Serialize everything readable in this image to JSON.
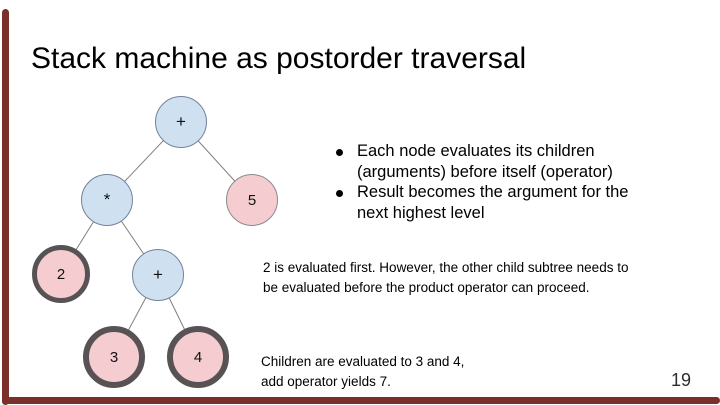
{
  "slide": {
    "title": "Stack machine as postorder traversal",
    "page_number": "19"
  },
  "bullets": {
    "items": [
      "Each node evaluates its children\n(arguments) before itself (operator)",
      "Result becomes the argument for the\nnext highest level"
    ]
  },
  "notes": {
    "subtree_note": "2 is evaluated first. However, the other child subtree needs to\nbe evaluated before the product operator can proceed.",
    "children_note": "Children are evaluated to 3 and 4,\nadd operator yields 7."
  },
  "tree": {
    "nodes": [
      {
        "id": "root-plus",
        "label": "+",
        "kind": "operator"
      },
      {
        "id": "star",
        "label": "*",
        "kind": "operator"
      },
      {
        "id": "five",
        "label": "5",
        "kind": "operand"
      },
      {
        "id": "two",
        "label": "2",
        "kind": "operand-evaluated"
      },
      {
        "id": "inner-plus",
        "label": "+",
        "kind": "operator"
      },
      {
        "id": "three",
        "label": "3",
        "kind": "operand-evaluated"
      },
      {
        "id": "four",
        "label": "4",
        "kind": "operand-evaluated"
      }
    ]
  },
  "colors": {
    "operator_node_fill": "#cfe0f1",
    "operand_node_fill": "#f5cdd0",
    "evaluated_ring": "#585254",
    "edge_line": "#7f7f7f",
    "accent_bar": "#7a2f2a"
  }
}
